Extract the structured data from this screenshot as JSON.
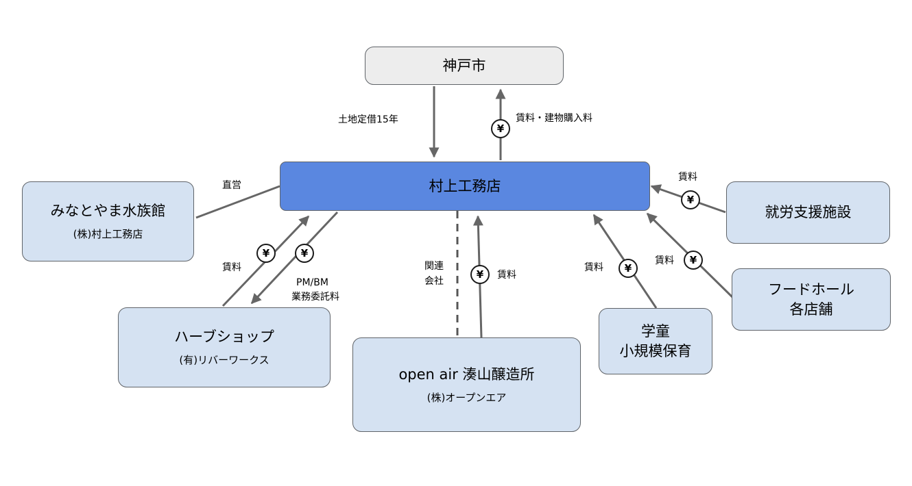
{
  "nodes": {
    "kobe": {
      "title": "神戸市"
    },
    "murakami": {
      "title": "村上工務店"
    },
    "minato": {
      "title": "みなとやま水族館",
      "sub": "(株)村上工務店"
    },
    "herb": {
      "title": "ハーブショップ",
      "sub": "(有)リバーワークス"
    },
    "openair": {
      "title": "open air 湊山醸造所",
      "sub": "(株)オープンエア"
    },
    "gakudo": {
      "line1": "学童",
      "line2": "小規模保育"
    },
    "food": {
      "line1": "フードホール",
      "line2": "各店舗"
    },
    "shuro": {
      "title": "就労支援施設"
    }
  },
  "labels": {
    "land_lease": "土地定借15年",
    "rent_building": "賃料・建物購入料",
    "direct": "直営",
    "rent_herb": "賃料",
    "pmbm_1": "PM/BM",
    "pmbm_2": "業務委託料",
    "related_1": "関連",
    "related_2": "会社",
    "rent_openair": "賃料",
    "rent_gakudo": "賃料",
    "rent_food": "賃料",
    "rent_shuro": "賃料"
  },
  "yen_symbol": "¥",
  "colors": {
    "central_fill": "#5a87e0",
    "node_fill": "#d5e2f2",
    "city_fill": "#ededed",
    "border": "#5f6368",
    "edge": "#666666"
  }
}
